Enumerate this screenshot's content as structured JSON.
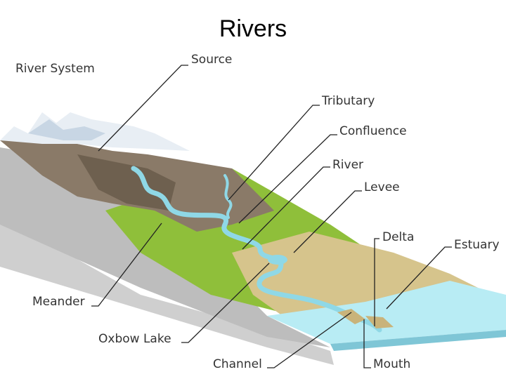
{
  "title": "Rivers",
  "diagram": {
    "heading": "River System",
    "labels": {
      "source": "Source",
      "tributary": "Tributary",
      "confluence": "Confluence",
      "river": "River",
      "levee": "Levee",
      "delta": "Delta",
      "estuary": "Estuary",
      "meander": "Meander",
      "oxbow_lake": "Oxbow Lake",
      "channel": "Channel",
      "mouth": "Mouth"
    },
    "colors": {
      "water": "#8fd8e6",
      "sea": "#b8ecf4",
      "mountain": "#8a7a68",
      "snow": "#e8eef4",
      "grass": "#8fbf3a",
      "plain": "#d6c48c",
      "rock_side": "#c8c8c8"
    }
  }
}
